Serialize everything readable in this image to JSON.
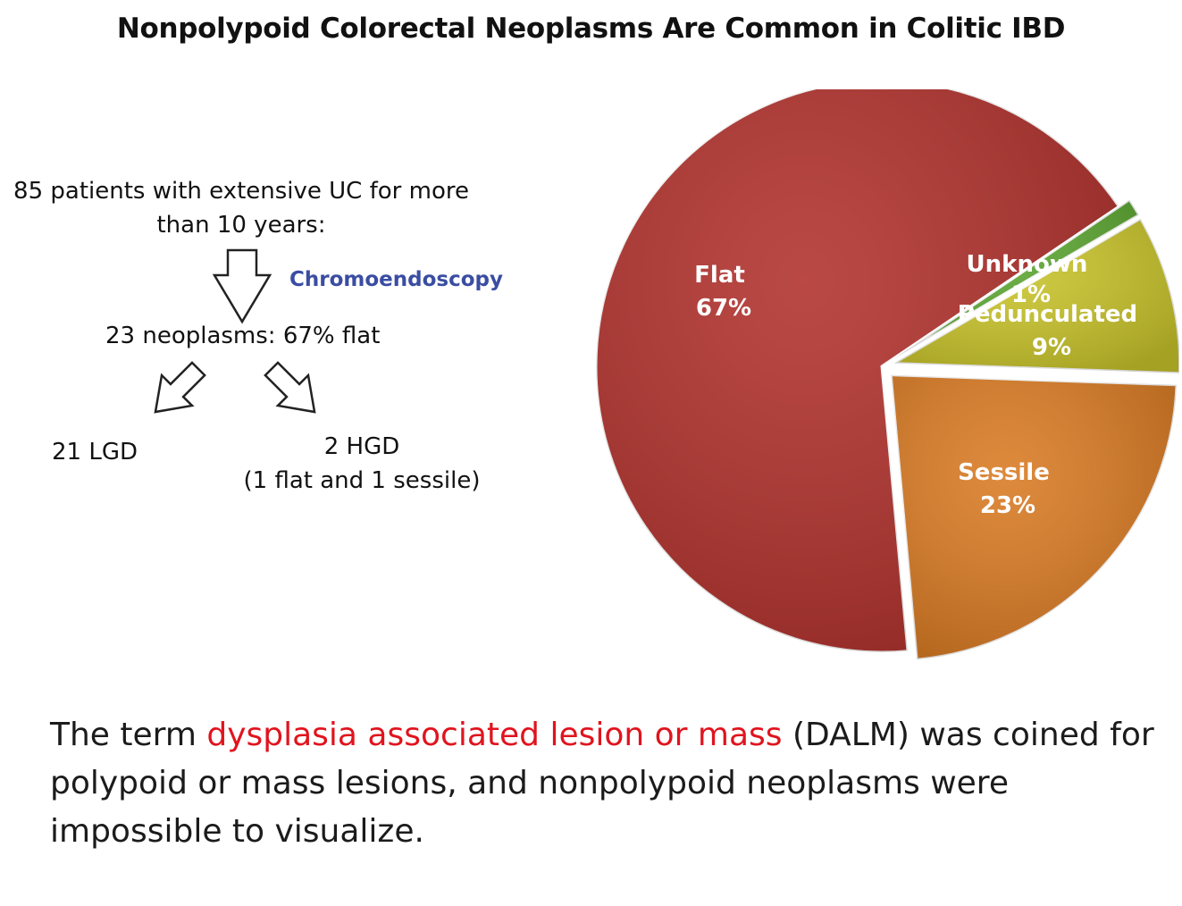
{
  "title": "Nonpolypoid Colorectal Neoplasms Are Common in Colitic IBD",
  "flow": {
    "patients_line1": "85 patients with extensive UC for more",
    "patients_line2": "than 10 years:",
    "method": "Chromoendoscopy",
    "neoplasms": "23 neoplasms: 67% flat",
    "lgd": "21 LGD",
    "hgd": "2 HGD",
    "hgd_detail": "(1 flat and 1 sessile)"
  },
  "chart_data": {
    "type": "pie",
    "slices": [
      {
        "label": "Flat",
        "value": 67,
        "display": "67%",
        "color": "#b0302b"
      },
      {
        "label": "Unknown",
        "value": 1,
        "display": "1%",
        "color": "#5da832"
      },
      {
        "label": "Pedunculated",
        "value": 9,
        "display": "9%",
        "color": "#c9c42a"
      },
      {
        "label": "Sessile",
        "value": 23,
        "display": "23%",
        "color": "#d97a22"
      }
    ],
    "exploded": [
      "Unknown",
      "Pedunculated",
      "Sessile"
    ]
  },
  "footer": {
    "part1": "The term ",
    "highlight": "dysplasia associated lesion or mass",
    "part2": " (DALM) was coined for polypoid or mass lesions, and nonpolypoid neoplasms were impossible to visualize.",
    "highlight_color": "#e0141e"
  }
}
